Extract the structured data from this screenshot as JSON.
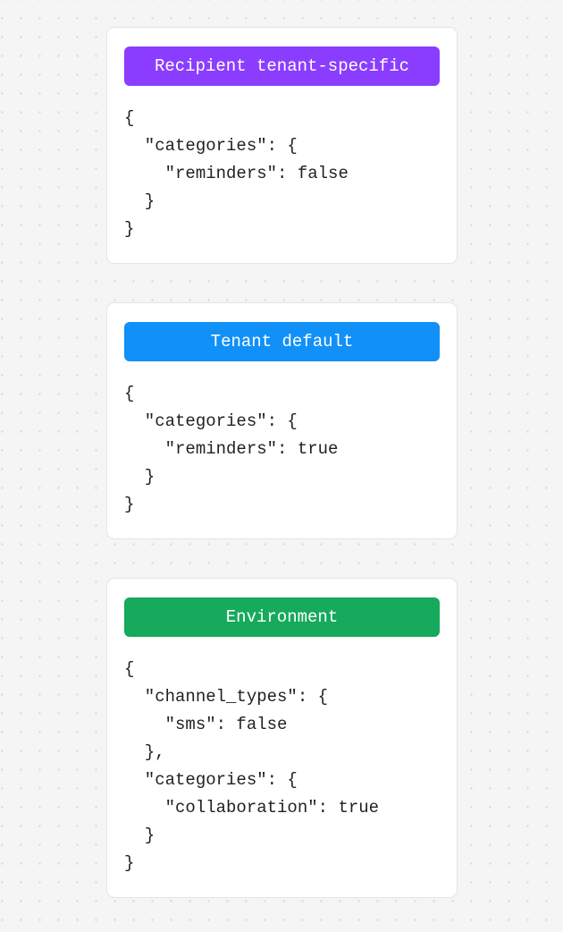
{
  "page": {
    "background_color": "#f5f5f5",
    "dot_color": "#d6d6d6",
    "card_background": "#ffffff",
    "card_border_color": "#e4e4e4",
    "code_text_color": "#1f2024"
  },
  "cards": [
    {
      "id": "recipient-tenant-specific",
      "badge_label": "Recipient tenant-specific",
      "badge_color": "#8b3dff",
      "badge_text_color": "#ffffff",
      "code_lines": [
        "{",
        "  \"categories\": {",
        "    \"reminders\": false",
        "  }",
        "}"
      ]
    },
    {
      "id": "tenant-default",
      "badge_label": "Tenant default",
      "badge_color": "#1190f8",
      "badge_text_color": "#ffffff",
      "code_lines": [
        "{",
        "  \"categories\": {",
        "    \"reminders\": true",
        "  }",
        "}"
      ]
    },
    {
      "id": "environment",
      "badge_label": "Environment",
      "badge_color": "#17a95c",
      "badge_text_color": "#ffffff",
      "code_lines": [
        "{",
        "  \"channel_types\": {",
        "    \"sms\": false",
        "  },",
        "  \"categories\": {",
        "    \"collaboration\": true",
        "  }",
        "}"
      ]
    }
  ]
}
